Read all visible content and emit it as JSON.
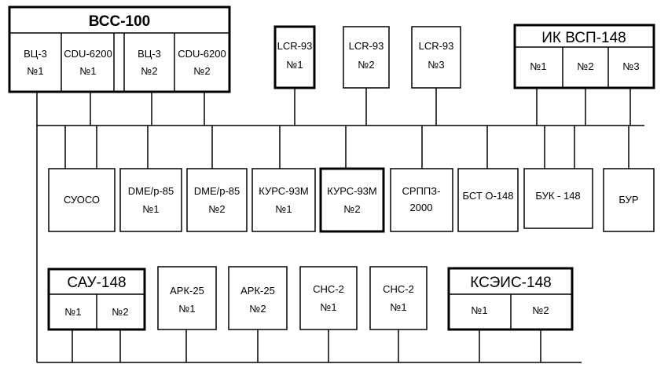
{
  "vss": {
    "title": "ВСС-100",
    "cells": [
      {
        "line1": "ВЦ-3",
        "line2": "№1"
      },
      {
        "line1": "CDU-6200",
        "line2": "№1"
      },
      {
        "line1": "ВЦ-3",
        "line2": "№2"
      },
      {
        "line1": "CDU-6200",
        "line2": "№2"
      }
    ]
  },
  "lcr": [
    {
      "line1": "LCR-93",
      "line2": "№1"
    },
    {
      "line1": "LCR-93",
      "line2": "№2"
    },
    {
      "line1": "LCR-93",
      "line2": "№3"
    }
  ],
  "ik": {
    "title": "ИК ВСП-148",
    "cells": [
      "№1",
      "№2",
      "№3"
    ]
  },
  "middle_row": [
    {
      "line1": "СУОСО",
      "line2": ""
    },
    {
      "line1": "DME/p-85",
      "line2": "№1"
    },
    {
      "line1": "DME/p-85",
      "line2": "№2"
    },
    {
      "line1": "КУРС-93М",
      "line2": "№1"
    },
    {
      "line1": "КУРС-93М",
      "line2": "№2"
    },
    {
      "line1": "СРППЗ-",
      "line2": "2000"
    },
    {
      "line1": "БСТ О-148",
      "line2": ""
    },
    {
      "line1": "БУК - 148",
      "line2": ""
    },
    {
      "line1": "БУР",
      "line2": ""
    }
  ],
  "sau": {
    "title": "САУ-148",
    "cells": [
      "№1",
      "№2"
    ]
  },
  "bottom_row": [
    {
      "line1": "АРК-25",
      "line2": "№1"
    },
    {
      "line1": "АРК-25",
      "line2": "№2"
    },
    {
      "line1": "СНС-2",
      "line2": "№1"
    },
    {
      "line1": "СНС-2",
      "line2": "№1"
    }
  ],
  "ksais": {
    "title": "КСЭИС-148",
    "cells": [
      "№1",
      "№2"
    ]
  }
}
